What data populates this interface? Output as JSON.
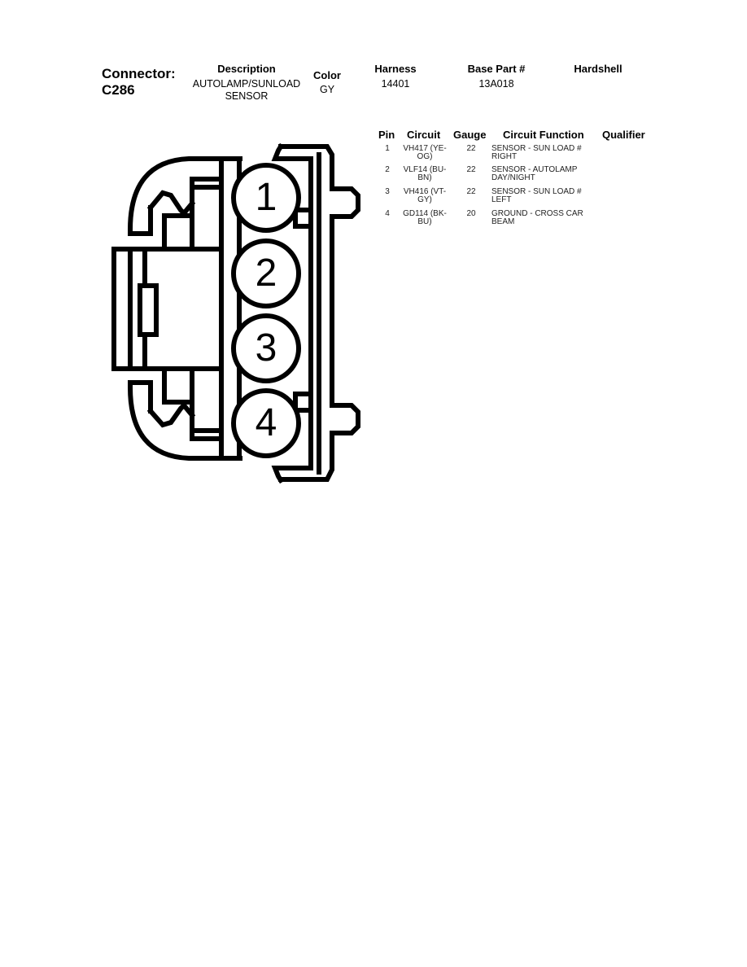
{
  "connector": {
    "label": "Connector:",
    "id": "C286"
  },
  "header": {
    "description_label": "Description",
    "description_value_line1": "AUTOLAMP/SUNLOAD",
    "description_value_line2": "SENSOR",
    "color_label": "Color",
    "color_value": "GY",
    "harness_label": "Harness",
    "harness_value": "14401",
    "base_part_label": "Base Part #",
    "base_part_value": "13A018",
    "hardshell_label": "Hardshell",
    "hardshell_value": ""
  },
  "pin_table": {
    "columns": [
      "Pin",
      "Circuit",
      "Gauge",
      "Circuit Function",
      "Qualifier"
    ],
    "rows": [
      {
        "pin": "1",
        "circuit_line1": "VH417 (YE-",
        "circuit_line2": "OG)",
        "gauge": "22",
        "function_line1": "SENSOR - SUN LOAD #",
        "function_line2": "RIGHT",
        "qualifier": ""
      },
      {
        "pin": "2",
        "circuit_line1": "VLF14 (BU-",
        "circuit_line2": "BN)",
        "gauge": "22",
        "function_line1": "SENSOR - AUTOLAMP",
        "function_line2": "DAY/NIGHT",
        "qualifier": ""
      },
      {
        "pin": "3",
        "circuit_line1": "VH416 (VT-",
        "circuit_line2": "GY)",
        "gauge": "22",
        "function_line1": "SENSOR - SUN LOAD #",
        "function_line2": "LEFT",
        "qualifier": ""
      },
      {
        "pin": "4",
        "circuit_line1": "GD114 (BK-",
        "circuit_line2": "BU)",
        "gauge": "20",
        "function_line1": "GROUND - CROSS CAR",
        "function_line2": "BEAM",
        "qualifier": ""
      }
    ]
  },
  "diagram": {
    "pin_labels": [
      "1",
      "2",
      "3",
      "4"
    ],
    "stroke_color": "#000000"
  }
}
